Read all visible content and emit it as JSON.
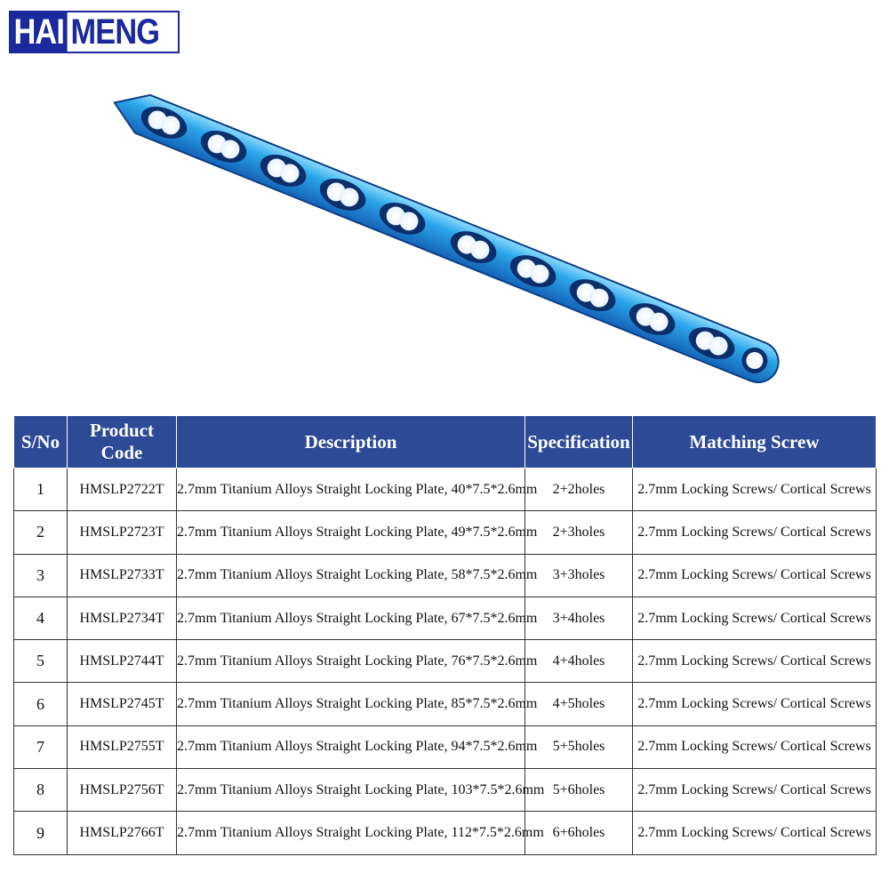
{
  "brand": {
    "part1": "HAI",
    "part2": "MENG"
  },
  "colors": {
    "brand_blue": "#1a2a9c",
    "header_blue": "#2d4a96",
    "plate_blue": "#2a9fe0"
  },
  "product_image": {
    "icon": "straight-locking-plate-icon",
    "holes": 10
  },
  "table": {
    "headers": [
      "S/No",
      "Product Code",
      "Description",
      "Specification",
      "Matching Screw"
    ],
    "rows": [
      [
        "1",
        "HMSLP2722T",
        "2.7mm Titanium Alloys Straight Locking Plate, 40*7.5*2.6mm",
        "2+2holes",
        "2.7mm Locking Screws/ Cortical Screws"
      ],
      [
        "2",
        "HMSLP2723T",
        "2.7mm Titanium Alloys Straight Locking Plate, 49*7.5*2.6mm",
        "2+3holes",
        "2.7mm Locking Screws/ Cortical Screws"
      ],
      [
        "3",
        "HMSLP2733T",
        "2.7mm Titanium Alloys Straight Locking Plate, 58*7.5*2.6mm",
        "3+3holes",
        "2.7mm Locking Screws/ Cortical Screws"
      ],
      [
        "4",
        "HMSLP2734T",
        "2.7mm Titanium Alloys Straight Locking Plate, 67*7.5*2.6mm",
        "3+4holes",
        "2.7mm Locking Screws/ Cortical Screws"
      ],
      [
        "5",
        "HMSLP2744T",
        "2.7mm Titanium Alloys Straight Locking Plate, 76*7.5*2.6mm",
        "4+4holes",
        "2.7mm Locking Screws/ Cortical Screws"
      ],
      [
        "6",
        "HMSLP2745T",
        "2.7mm Titanium Alloys Straight Locking Plate, 85*7.5*2.6mm",
        "4+5holes",
        "2.7mm Locking Screws/ Cortical Screws"
      ],
      [
        "7",
        "HMSLP2755T",
        "2.7mm Titanium Alloys Straight Locking Plate, 94*7.5*2.6mm",
        "5+5holes",
        "2.7mm Locking Screws/ Cortical Screws"
      ],
      [
        "8",
        "HMSLP2756T",
        "2.7mm Titanium Alloys Straight Locking Plate, 103*7.5*2.6mm",
        "5+6holes",
        "2.7mm Locking Screws/ Cortical Screws"
      ],
      [
        "9",
        "HMSLP2766T",
        "2.7mm Titanium Alloys Straight Locking Plate, 112*7.5*2.6mm",
        "6+6holes",
        "2.7mm Locking Screws/ Cortical Screws"
      ]
    ]
  }
}
